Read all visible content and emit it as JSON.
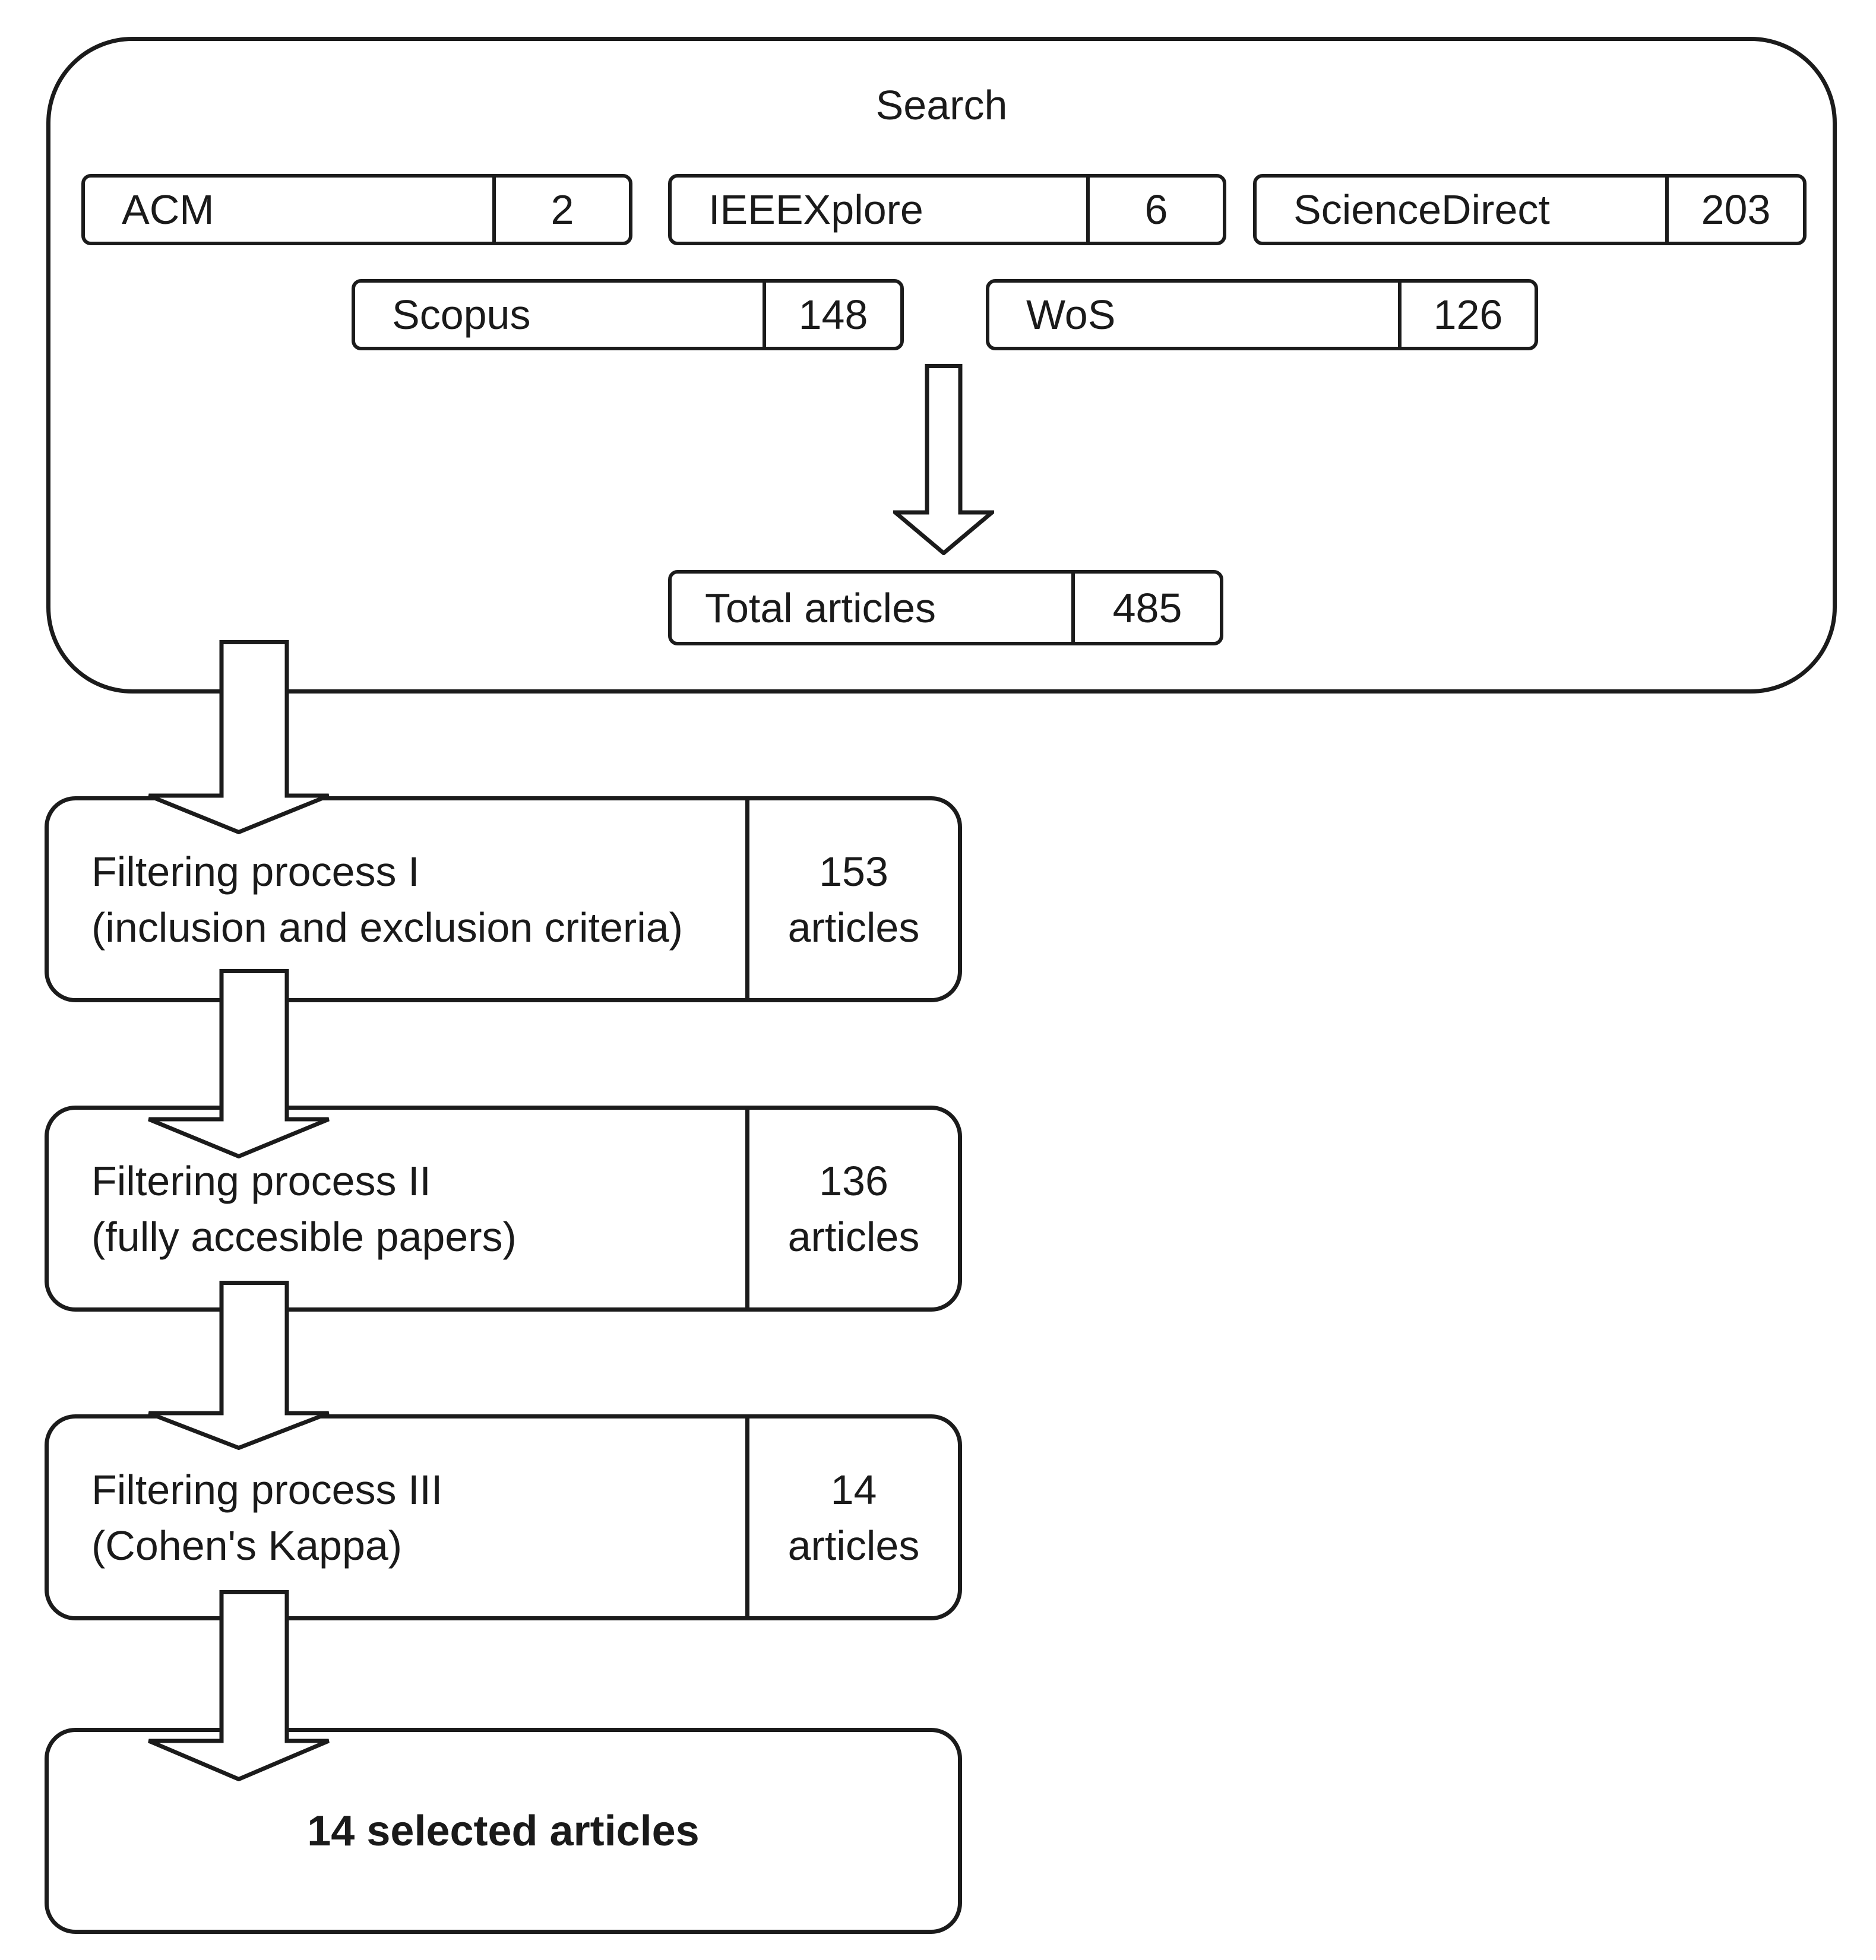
{
  "ink": "#1b1b1b",
  "search": {
    "title": "Search",
    "sources": [
      {
        "label": "ACM",
        "value": "2"
      },
      {
        "label": "IEEEXplore",
        "value": "6"
      },
      {
        "label": "ScienceDirect",
        "value": "203"
      },
      {
        "label": "Scopus",
        "value": "148"
      },
      {
        "label": "WoS",
        "value": "126"
      }
    ],
    "total": {
      "label": "Total articles",
      "value": "485"
    }
  },
  "stages": [
    {
      "title": "Filtering process I",
      "subtitle": "(inclusion and exclusion criteria)",
      "count": "153",
      "unit": "articles"
    },
    {
      "title": "Filtering process II",
      "subtitle": "(fully accesible papers)",
      "count": "136",
      "unit": "articles"
    },
    {
      "title": "Filtering process III",
      "subtitle": "(Cohen's Kappa)",
      "count": "14",
      "unit": "articles"
    }
  ],
  "result": {
    "label": "14 selected articles"
  }
}
